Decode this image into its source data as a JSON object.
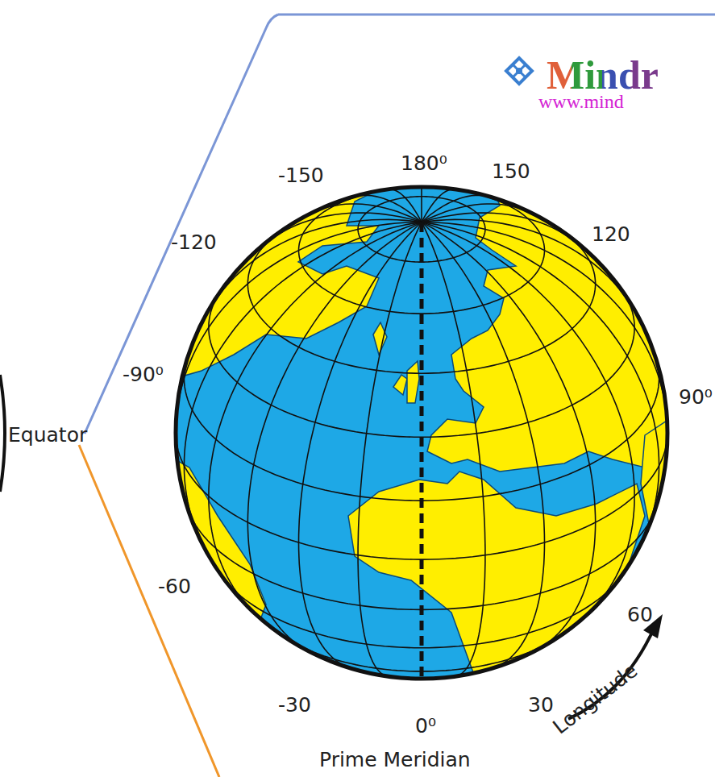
{
  "diagram": {
    "labels": [
      "Mindr",
      "www.mind",
      "180⁰",
      "-150",
      "150",
      "-120",
      "120",
      "-90⁰",
      "90⁰",
      "Equator",
      "-60",
      "60",
      "-30",
      "30",
      "0⁰",
      "Prime Meridian",
      "Longitude"
    ]
  }
}
